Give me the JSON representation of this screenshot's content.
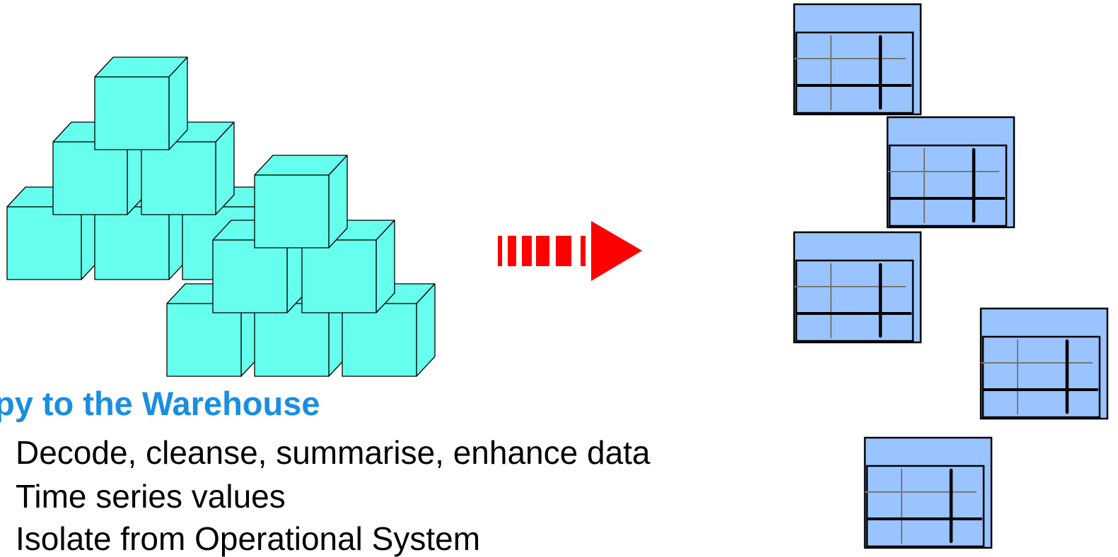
{
  "heading": "py to the Warehouse",
  "bullets": [
    "Decode, cleanse,  summarise, enhance data",
    "Time series values",
    "Isolate from Operational System"
  ],
  "colors": {
    "cube_fill": "#66ffee",
    "table_fill": "#99c4ff",
    "arrow": "#ff0000",
    "heading": "#1a8ee0",
    "text": "#000000"
  },
  "icons": {
    "source": "data-cube-stack",
    "flow": "dashed-arrow-right",
    "target": "table-icon"
  }
}
